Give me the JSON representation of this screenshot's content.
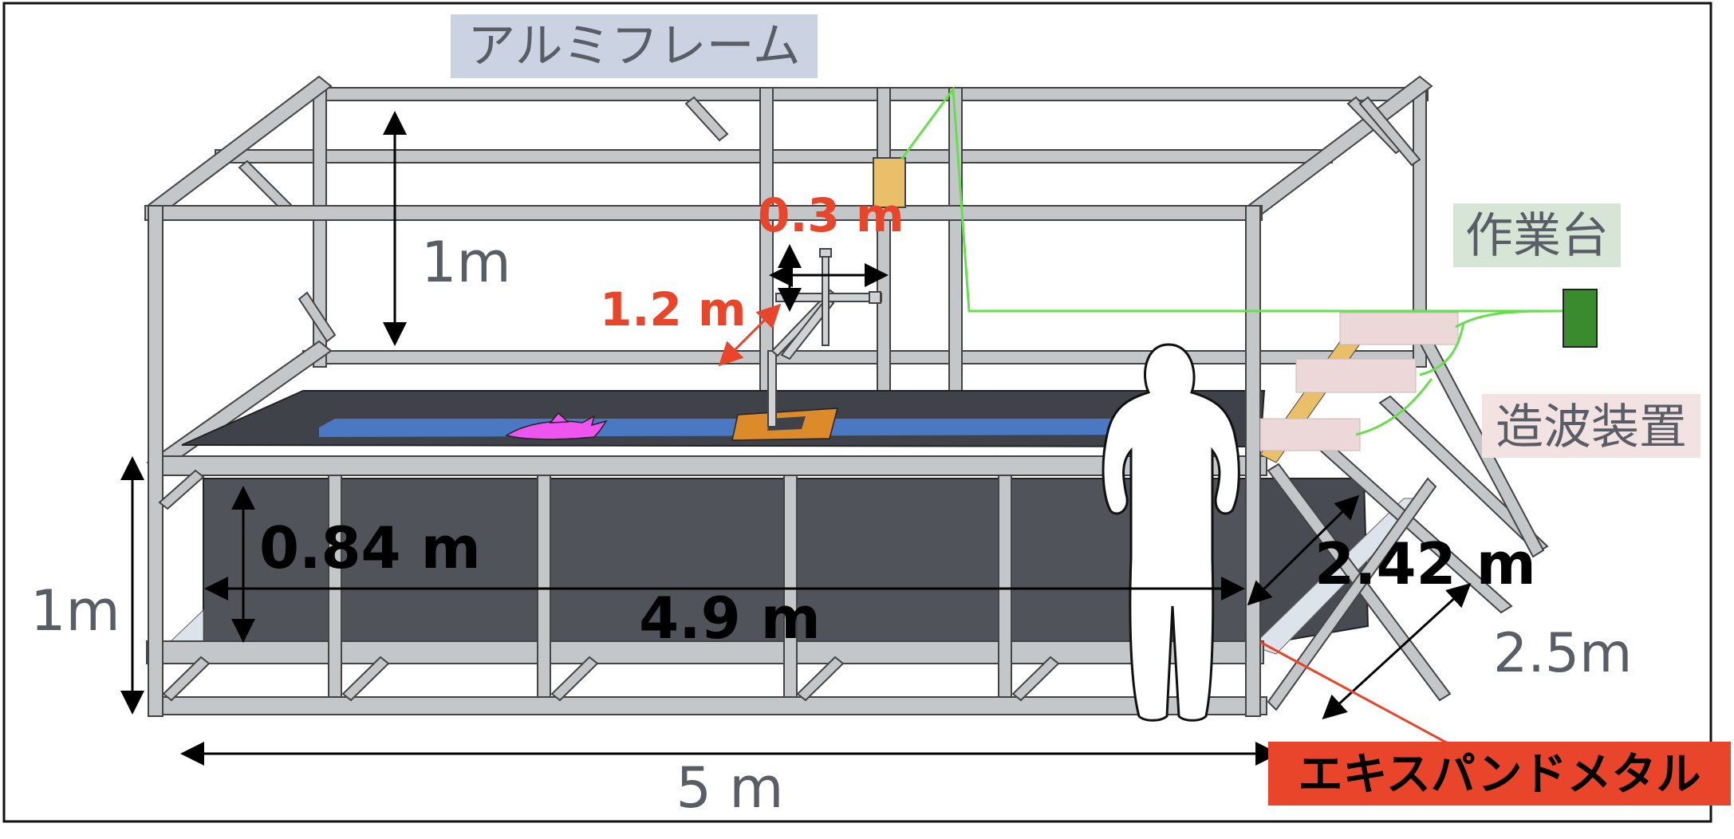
{
  "labels": {
    "aluminum_frame": "アルミフレーム",
    "workbench": "作業台",
    "wave_maker": "造波装置",
    "expanded_metal": "エキスパンドメタル"
  },
  "dimensions": {
    "frame_upper_height": "1m",
    "frame_lower_height": "1m",
    "frame_length": "5 m",
    "frame_depth": "2.5m",
    "tank_depth": "0.84 m",
    "tank_length": "4.9 m",
    "tank_width": "2.42 m",
    "arm_length": "1.2 m",
    "arm_span": "0.3 m"
  },
  "colors": {
    "frame": "#b9bcbf",
    "tank": "#50545a",
    "water": "#4a78c2",
    "fish": "#ee55ee",
    "mount": "#dd8a2a",
    "camera": "#eabf6a",
    "cable": "#66e04a",
    "workbench": "#3a8a2e",
    "wave_maker_panel": "#ecd8d8",
    "accent_red": "#e8452a"
  }
}
